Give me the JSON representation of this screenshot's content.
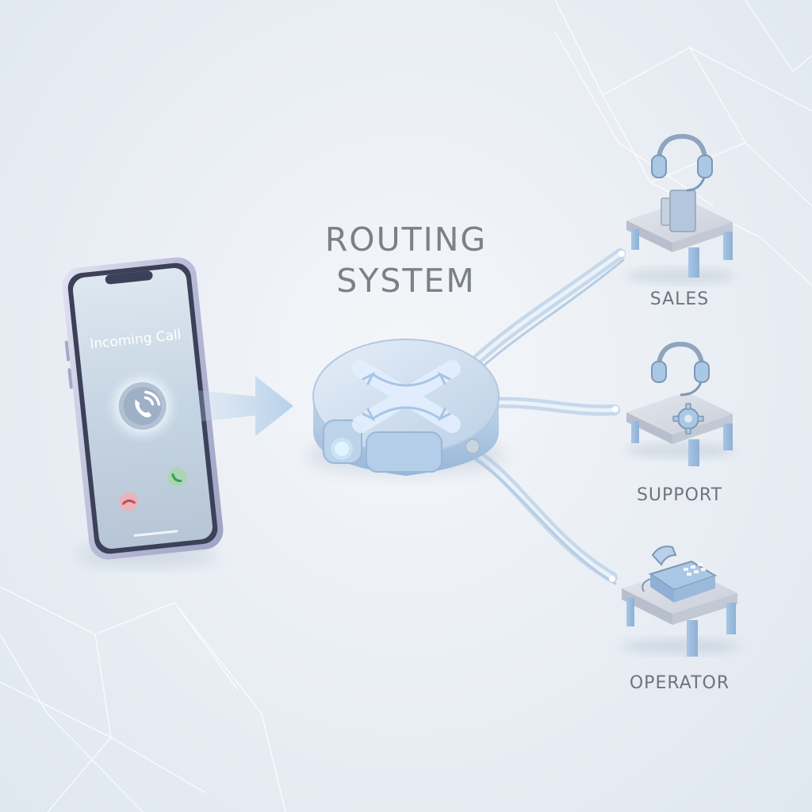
{
  "diagram": {
    "title_lines": [
      "ROUTING",
      "SYSTEM"
    ],
    "phone": {
      "screen_text": "Incoming Call",
      "call_icon": "phone-ring-icon",
      "accept_icon": "phone-accept-icon",
      "decline_icon": "phone-decline-icon"
    },
    "router": {
      "icon": "routing-hub-icon"
    },
    "destinations": [
      {
        "label": "SALES",
        "icon": "headset-icon",
        "desk_icon": "folder-icon"
      },
      {
        "label": "SUPPORT",
        "icon": "headset-icon",
        "desk_icon": "gear-icon"
      },
      {
        "label": "OPERATOR",
        "icon": "desk-phone-icon"
      }
    ]
  },
  "colors": {
    "accent": "#a9c8e6",
    "accent_dark": "#8fb3d7",
    "text": "#7b8089",
    "background": "#eaeff5"
  }
}
